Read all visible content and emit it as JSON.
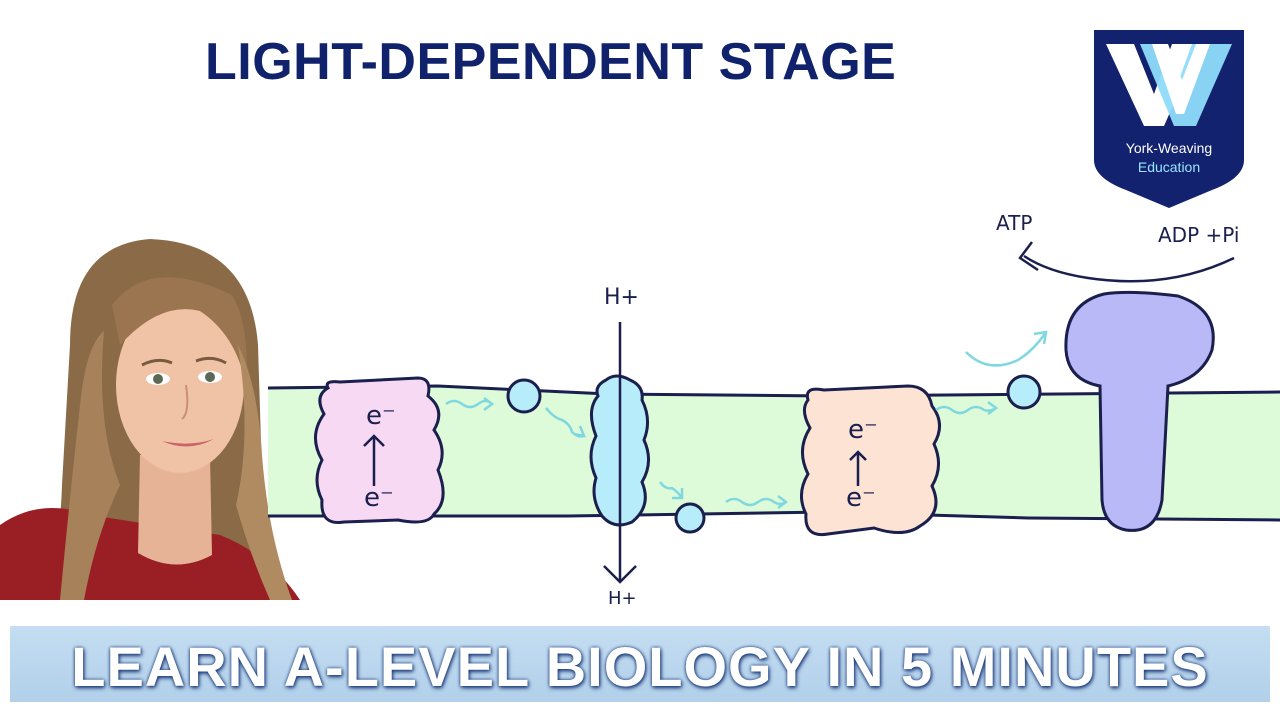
{
  "header": {
    "title": "LIGHT-DEPENDENT STAGE"
  },
  "logo": {
    "letters": "YW",
    "line1": "York-Weaving",
    "line2": "Education"
  },
  "diagram": {
    "labels": {
      "atp": "ATP",
      "adp": "ADP +Pi",
      "h_top": "H+",
      "h_bottom": "H+",
      "ps1_top": "e⁻",
      "ps1_bottom": "e⁻",
      "ps2_top": "e⁻",
      "ps2_bottom": "e⁻"
    },
    "colors": {
      "membrane": "#ddfad9",
      "photosystem_1": "#f8d9f4",
      "proton_pump": "#b7ecfb",
      "photosystem_2": "#fde3d3",
      "atp_synthase": "#b8b9f6",
      "electron_arrows": "#7fd8df",
      "outline": "#1a1f4d"
    }
  },
  "banner": {
    "text": "LEARN A-LEVEL BIOLOGY IN 5 MINUTES"
  }
}
